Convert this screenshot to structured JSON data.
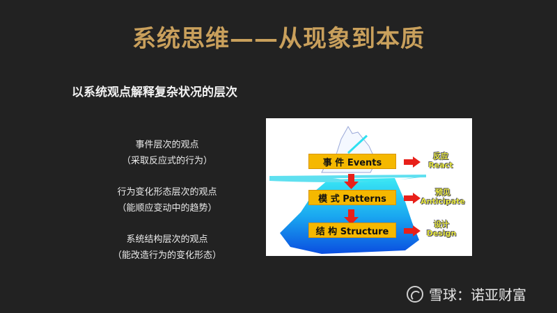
{
  "slide": {
    "title": "系统思维——从现象到本质",
    "subtitle": "以系统观点解释复杂状况的层次",
    "levels": [
      {
        "name": "事件层次的观点",
        "desc": "（采取反应式的行为）"
      },
      {
        "name": "行为变化形态层次的观点",
        "desc": "（能顺应变动中的趋势）"
      },
      {
        "name": "系统结构层次的观点",
        "desc": "（能改造行为的变化形态）"
      }
    ]
  },
  "diagram": {
    "layers": [
      {
        "label": "事 件  Events",
        "output_cn": "反应",
        "output_en": "React"
      },
      {
        "label": "模 式  Patterns",
        "output_cn": "预见",
        "output_en": "Anticipate"
      },
      {
        "label": "结 构  Structure",
        "output_cn": "设计",
        "output_en": "Design"
      }
    ],
    "colors": {
      "label_bg": "#f5b800",
      "arrow": "#e8201a",
      "water": "#4fd8f0",
      "iceberg_top": "#2ee0f0",
      "iceberg_bottom": "#1060e0",
      "output_text": "#e8e840"
    }
  },
  "footer": {
    "brand": "雪球",
    "separator": "：",
    "author": "诺亚财富"
  }
}
